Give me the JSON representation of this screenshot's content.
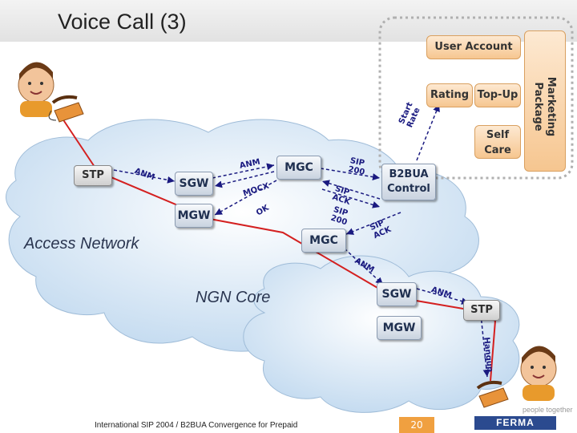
{
  "title": "Voice Call (3)",
  "nodes": {
    "stp_left": "STP",
    "stp_right": "STP",
    "sgw_left": "SGW",
    "mgw_left": "MGW",
    "mgc_top": "MGC",
    "mgc_bottom": "MGC",
    "sgw_right": "SGW",
    "mgw_right": "MGW",
    "b2bua": "B2BUA Control"
  },
  "billing": {
    "user_account": "User Account",
    "rating": "Rating",
    "topup": "Top-Up",
    "self_care": "Self Care",
    "marketing_package": "Marketing Package",
    "start_rate": "Start Rate"
  },
  "networks": {
    "access": "Access Network",
    "core": "NGN Core"
  },
  "messages": {
    "anm_left": "ANM",
    "anm_sgw": "ANM",
    "mocx": "MOCX",
    "ok": "OK",
    "sip200_top": "SIP 200",
    "sip_ack": "SIP ACK",
    "sip200_mid": "SIP 200",
    "sip_ack_bottom": "SIP ACK",
    "anm_mgc": "ANM",
    "anm_right": "ANM",
    "hangup": "Hangup"
  },
  "footer": {
    "left": "International SIP 2004 / B2BUA Convergence for Prepaid",
    "page": "20",
    "brand": "FERMA",
    "tagline": "people together"
  },
  "colors": {
    "signal": "#1a1a80",
    "voice_path": "#d42020",
    "billing_orange": "#f6c690",
    "cloud": "#cfe3f4"
  }
}
